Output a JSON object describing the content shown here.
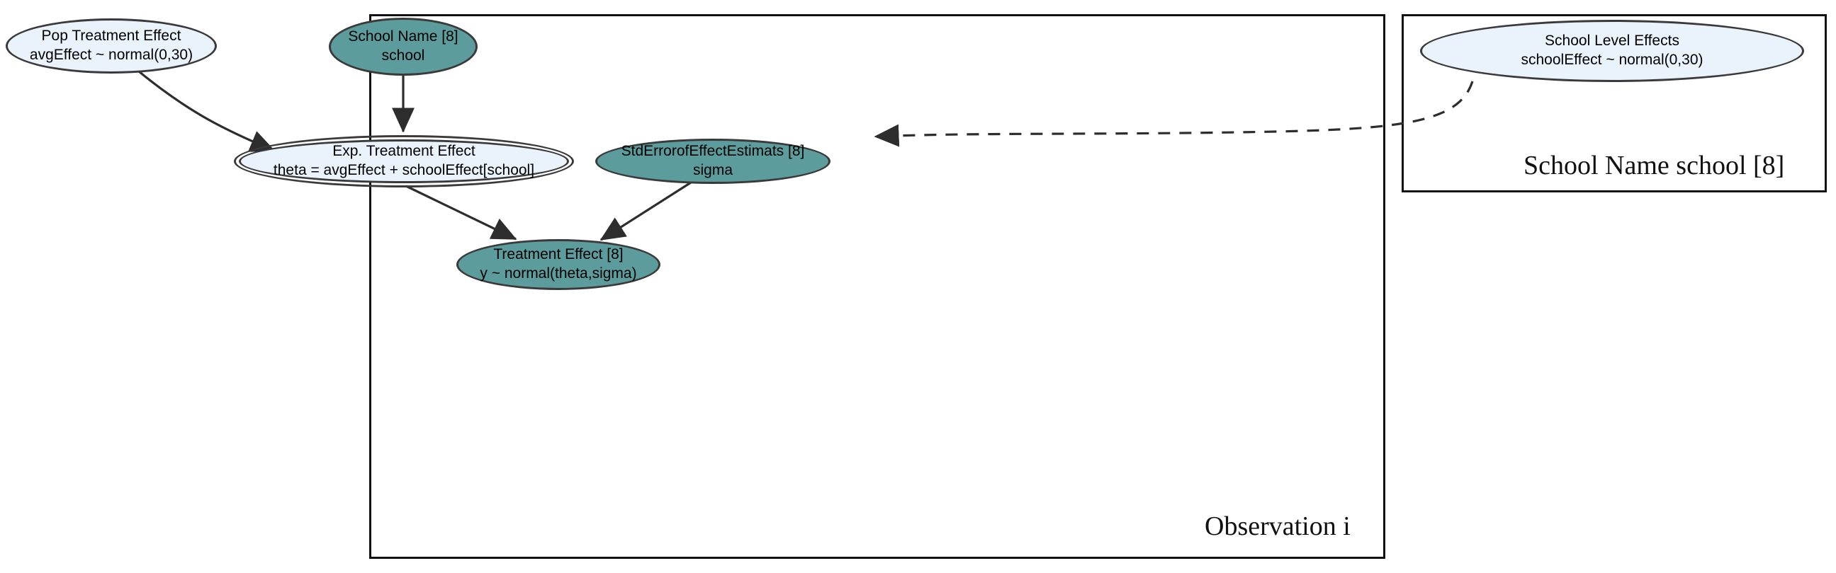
{
  "diagram": {
    "title": "Eight Schools hierarchical model graphical representation",
    "colors": {
      "latent_fill": "#eaf3fb",
      "observed_fill": "#5d9c9c",
      "stroke": "#3a3a3a",
      "plate_stroke": "#111111"
    }
  },
  "plates": [
    {
      "id": "observation",
      "label": "Observation i"
    },
    {
      "id": "school",
      "label": "School Name school [8]"
    }
  ],
  "nodes": [
    {
      "id": "pop_treatment_effect",
      "kind": "latent",
      "line1": "Pop Treatment Effect",
      "line2": "avgEffect ~ normal(0,30)"
    },
    {
      "id": "school_name",
      "kind": "observed",
      "line1": "School Name [8]",
      "line2": "school"
    },
    {
      "id": "exp_treatment_effect",
      "kind": "deterministic",
      "line1": "Exp. Treatment Effect",
      "line2": "theta = avgEffect + schoolEffect[school]"
    },
    {
      "id": "std_error",
      "kind": "observed",
      "line1": "StdErrorofEffectEstimats [8]",
      "line2": "sigma"
    },
    {
      "id": "treatment_effect",
      "kind": "observed",
      "line1": "Treatment Effect [8]",
      "line2": "y ~ normal(theta,sigma)"
    },
    {
      "id": "school_level_effects",
      "kind": "latent",
      "line1": "School Level Effects",
      "line2": "schoolEffect ~ normal(0,30)"
    }
  ],
  "edges": [
    {
      "from": "pop_treatment_effect",
      "to": "exp_treatment_effect",
      "style": "solid"
    },
    {
      "from": "school_name",
      "to": "exp_treatment_effect",
      "style": "solid"
    },
    {
      "from": "school_level_effects",
      "to": "exp_treatment_effect",
      "style": "dashed"
    },
    {
      "from": "exp_treatment_effect",
      "to": "treatment_effect",
      "style": "solid"
    },
    {
      "from": "std_error",
      "to": "treatment_effect",
      "style": "solid"
    }
  ]
}
